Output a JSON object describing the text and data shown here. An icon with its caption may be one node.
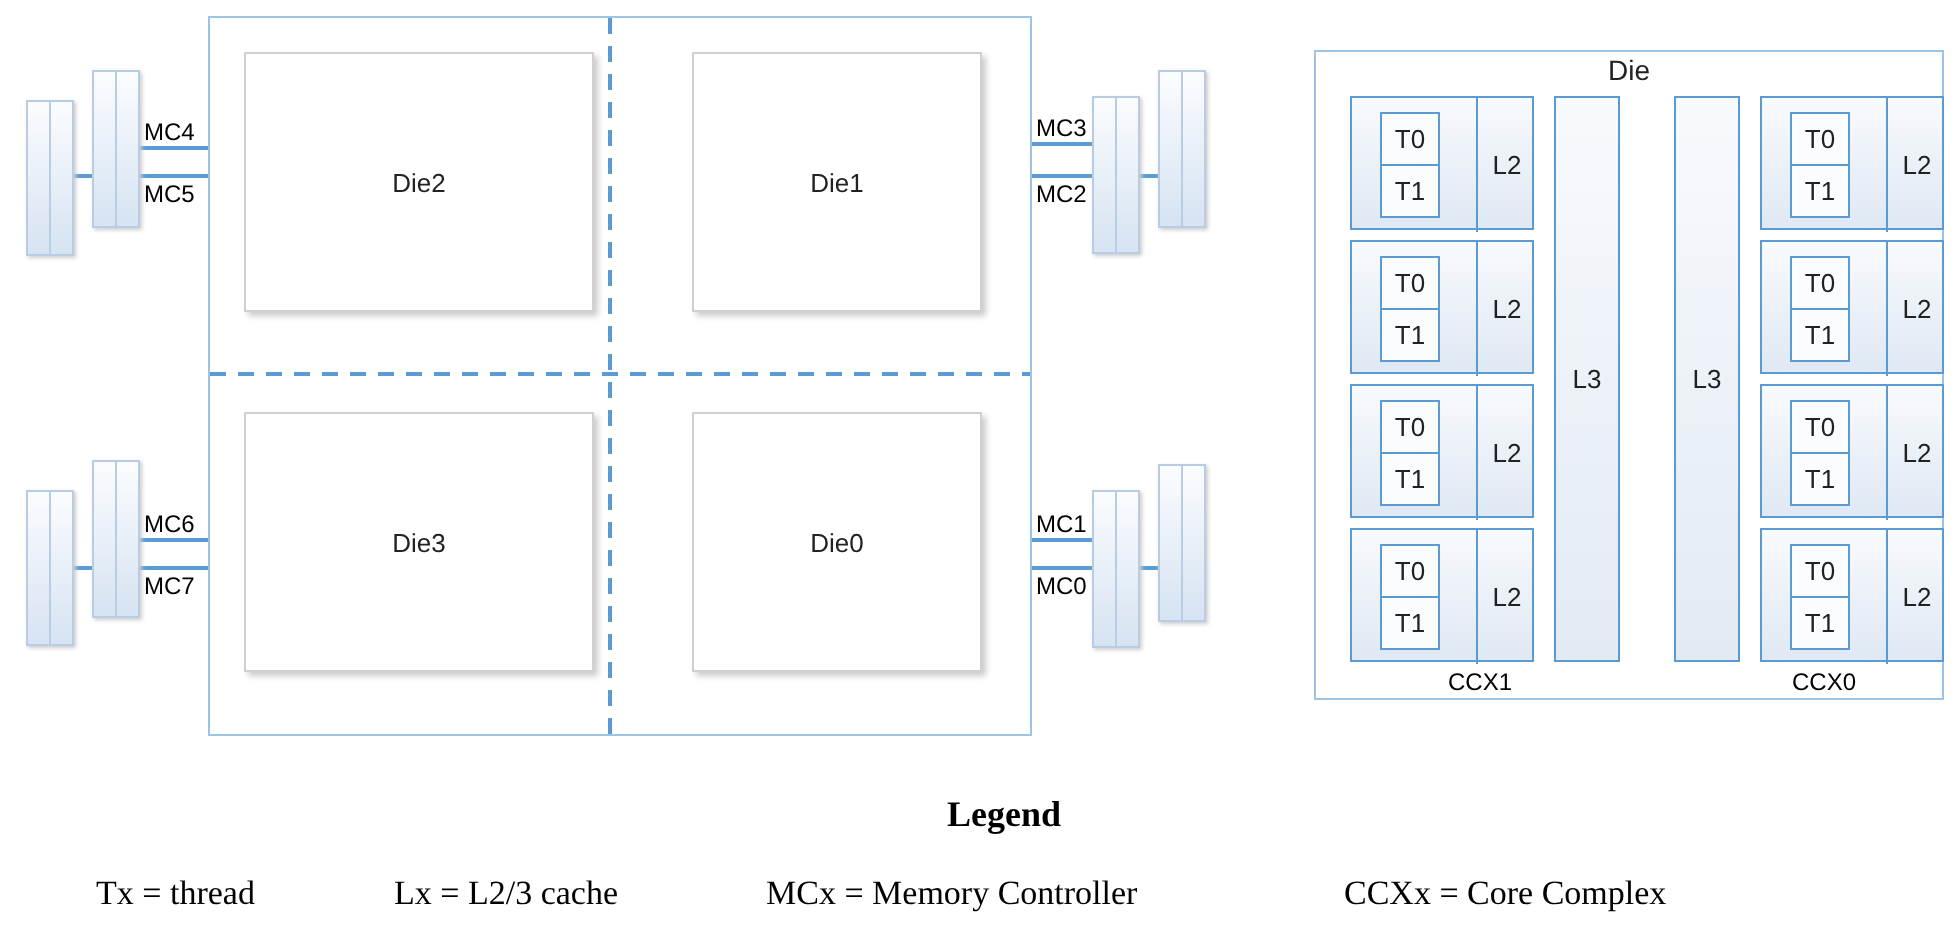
{
  "diagram": {
    "nodes": [
      {
        "text": [],
        "shape": "box"
      },
      {
        "text": [
          "Die2"
        ],
        "in": 0
      },
      {
        "text": [
          "Die1"
        ],
        "in": 0
      },
      {
        "text": [
          "Die3"
        ],
        "in": 0
      },
      {
        "text": [
          "Die0"
        ],
        "in": 0
      },
      {
        "text": [],
        "shape": "bar"
      },
      {
        "text": [],
        "shape": "bar"
      },
      {
        "text": [],
        "shape": "bar"
      },
      {
        "text": [],
        "shape": "bar"
      },
      {
        "text": [],
        "shape": "bar"
      },
      {
        "text": [],
        "shape": "bar"
      },
      {
        "text": [],
        "shape": "bar"
      },
      {
        "text": [],
        "shape": "bar"
      },
      {
        "text": [
          "Die"
        ]
      },
      {
        "text": [],
        "shape": "box",
        "in": 13
      },
      {
        "text": [
          "T0"
        ],
        "in": 14
      },
      {
        "text": [
          "T1"
        ],
        "in": 14
      },
      {
        "text": [
          "L2"
        ],
        "in": 14
      },
      {
        "text": [],
        "shape": "box",
        "in": 13
      },
      {
        "text": [
          "T0"
        ],
        "in": 18
      },
      {
        "text": [
          "T1"
        ],
        "in": 18
      },
      {
        "text": [
          "L2"
        ],
        "in": 18
      },
      {
        "text": [],
        "shape": "box",
        "in": 13
      },
      {
        "text": [
          "T0"
        ],
        "in": 22
      },
      {
        "text": [
          "T1"
        ],
        "in": 22
      },
      {
        "text": [
          "L2"
        ],
        "in": 22
      },
      {
        "text": [],
        "shape": "box",
        "in": 13
      },
      {
        "text": [
          "T0"
        ],
        "in": 26
      },
      {
        "text": [
          "T1"
        ],
        "in": 26
      },
      {
        "text": [
          "L2"
        ],
        "in": 26
      },
      {
        "text": [
          "L3"
        ],
        "in": 13
      },
      {
        "text": [
          "L3"
        ],
        "in": 13
      },
      {
        "text": [],
        "shape": "box",
        "in": 13
      },
      {
        "text": [
          "T0"
        ],
        "in": 32
      },
      {
        "text": [
          "T1"
        ],
        "in": 32
      },
      {
        "text": [
          "L2"
        ],
        "in": 32
      },
      {
        "text": [],
        "shape": "box",
        "in": 13
      },
      {
        "text": [
          "T0"
        ],
        "in": 36
      },
      {
        "text": [
          "T1"
        ],
        "in": 36
      },
      {
        "text": [
          "L2"
        ],
        "in": 36
      },
      {
        "text": [],
        "shape": "box",
        "in": 13
      },
      {
        "text": [
          "T0"
        ],
        "in": 40
      },
      {
        "text": [
          "T1"
        ],
        "in": 40
      },
      {
        "text": [
          "L2"
        ],
        "in": 40
      },
      {
        "text": [],
        "shape": "box",
        "in": 13
      },
      {
        "text": [
          "T0"
        ],
        "in": 44
      },
      {
        "text": [
          "T1"
        ],
        "in": 44
      },
      {
        "text": [
          "L2"
        ],
        "in": 44
      }
    ],
    "edges": [
      {
        "from": 0,
        "to": 6,
        "arrow": "none",
        "label": "MC4"
      },
      {
        "from": 0,
        "to": 6,
        "arrow": "none",
        "label": "MC5"
      },
      {
        "from": 6,
        "to": 5,
        "arrow": "none"
      },
      {
        "from": 0,
        "to": 7,
        "arrow": "none",
        "label": "MC3"
      },
      {
        "from": 0,
        "to": 7,
        "arrow": "none",
        "label": "MC2"
      },
      {
        "from": 7,
        "to": 8,
        "arrow": "none"
      },
      {
        "from": 0,
        "to": 10,
        "arrow": "none",
        "label": "MC6"
      },
      {
        "from": 0,
        "to": 10,
        "arrow": "none",
        "label": "MC7"
      },
      {
        "from": 10,
        "to": 9,
        "arrow": "none"
      },
      {
        "from": 0,
        "to": 11,
        "arrow": "none",
        "label": "MC1"
      },
      {
        "from": 0,
        "to": 11,
        "arrow": "none",
        "label": "MC0"
      },
      {
        "from": 11,
        "to": 12,
        "arrow": "none"
      }
    ],
    "labels": [
      "CCX1",
      "CCX0",
      "Legend",
      "Tx = thread",
      "Lx = L2/3 cache",
      "MCx = Memory Controller",
      "CCXx = Core Complex"
    ]
  }
}
